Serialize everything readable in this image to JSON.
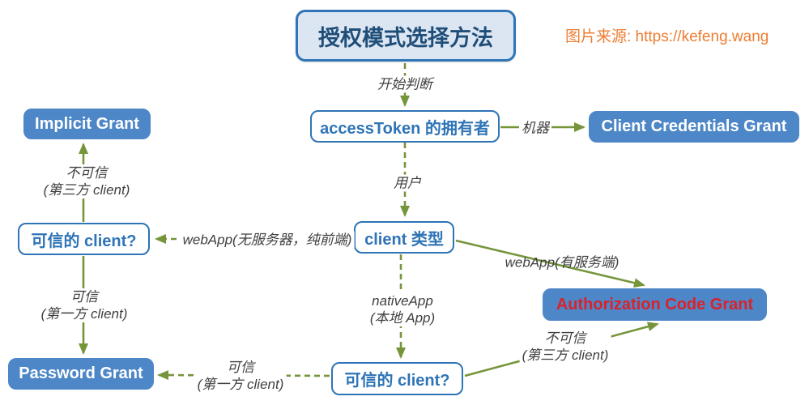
{
  "title": "授权模式选择方法",
  "credit": "图片来源: https://kefeng.wang",
  "nodes": {
    "access_token_owner": "accessToken 的拥有者",
    "client_credentials": "Client Credentials Grant",
    "client_type": "client 类型",
    "trusted_client_left": "可信的 client?",
    "implicit_grant": "Implicit Grant",
    "password_grant": "Password Grant",
    "authorization_code": "Authorization Code Grant",
    "trusted_client_bottom": "可信的 client?"
  },
  "edge_labels": {
    "start_judgment": "开始判断",
    "machine": "机器",
    "user": "用户",
    "webapp_pure_frontend": "webApp(无服务器，纯前端)",
    "webapp_with_server": "webApp(有服务端)",
    "native_app_line1": "nativeApp",
    "native_app_line2": "(本地 App)",
    "untrusted_line1": "不可信",
    "untrusted_line2": "(第三方 client)",
    "trusted_line1": "可信",
    "trusted_line2": "(第一方 client)"
  },
  "colors": {
    "edge_green": "#76953B",
    "node_fill_blue": "#4E87C8",
    "node_border_blue": "#2E74B6",
    "node_text_blue": "#2E74B6",
    "title_bg": "#DCE6F2",
    "title_text": "#1F4E79",
    "auth_code_red": "#D9222A",
    "credit_orange": "#ED7D31",
    "edge_label_gray": "#404040"
  }
}
